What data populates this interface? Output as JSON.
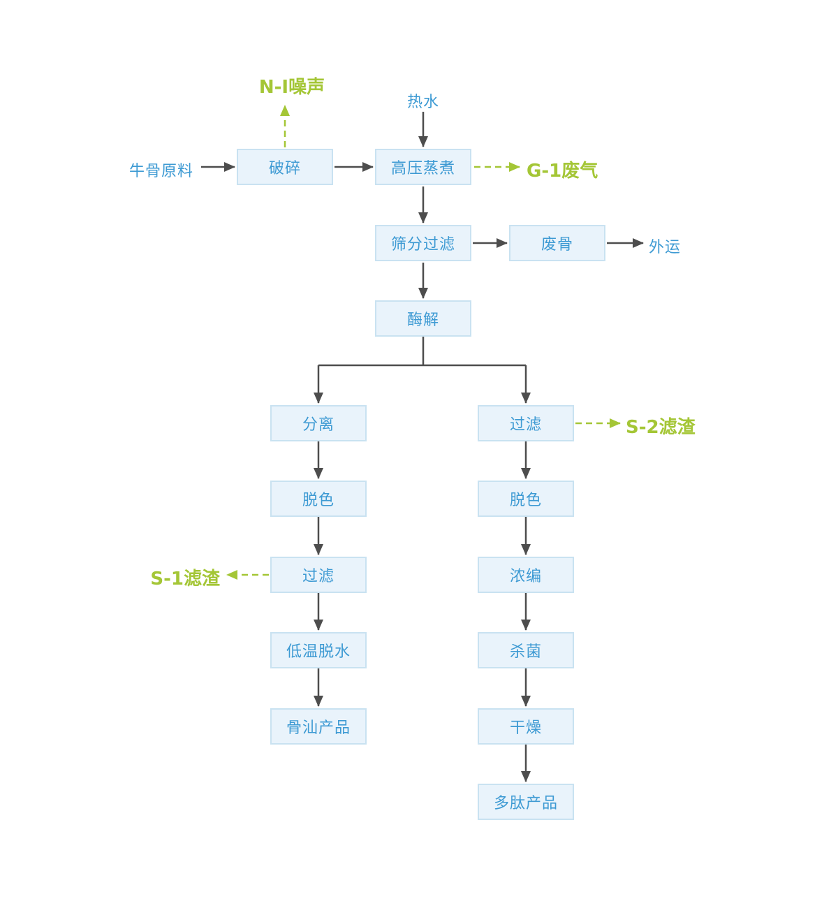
{
  "colors": {
    "box_fill": "#e9f3fb",
    "box_border": "#c9e2f1",
    "box_text": "#3d9ad3",
    "label_blue": "#3d9ad3",
    "arrow_dark": "#4d4d4d",
    "green_accent": "#a4c636"
  },
  "nodes": {
    "crush": "破碎",
    "autoclave": "高压蒸煮",
    "screen_filter": "筛分过滤",
    "waste_bone": "废骨",
    "enzymolysis": "酶解",
    "separation": "分离",
    "filter_right": "过滤",
    "decolor_left": "脱色",
    "decolor_right": "脱色",
    "filter_left": "过滤",
    "concentrate": "浓编",
    "low_temp_dehydration": "低温脱水",
    "sterilization": "杀菌",
    "bone_oil_product": "骨汕产品",
    "drying": "干燥",
    "polypeptide_product": "多肽产品"
  },
  "labels": {
    "raw_material": "牛骨原料",
    "hot_water": "热水",
    "noise_emission": "N-I噪声",
    "waste_gas_emission": "G-1废气",
    "outbound": "外运",
    "s1_residue": "S-1滤渣",
    "s2_residue": "S-2滤渣"
  }
}
